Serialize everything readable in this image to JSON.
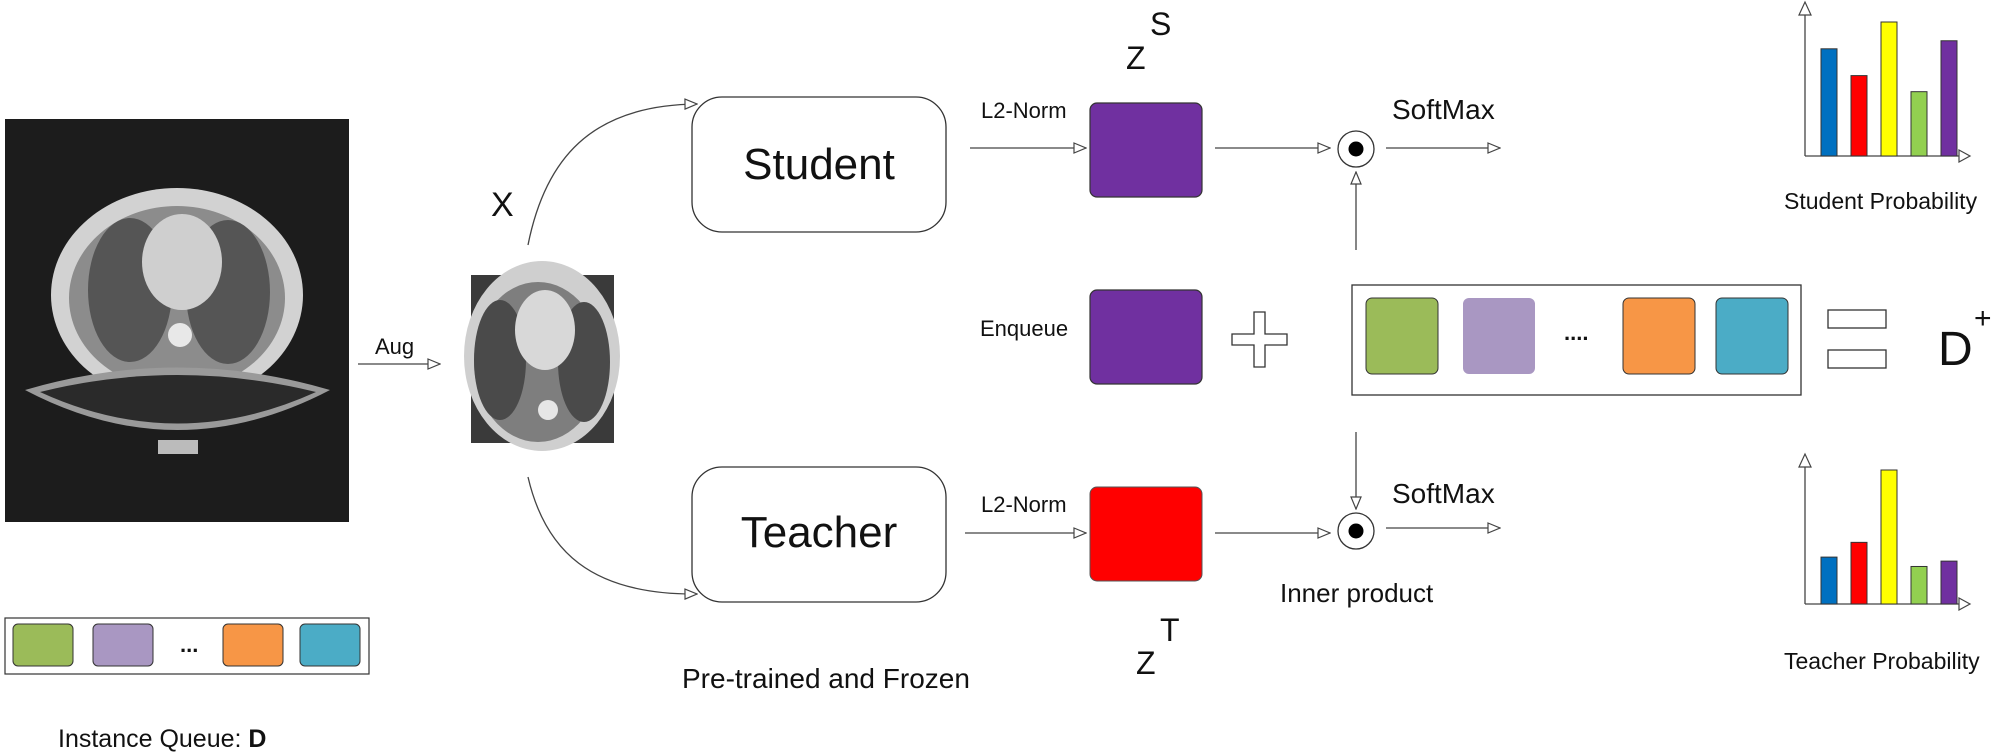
{
  "labels": {
    "aug": "Aug",
    "x": "X",
    "student": "Student",
    "teacher": "Teacher",
    "l2_norm_top": "L2-Norm",
    "l2_norm_bottom": "L2-Norm",
    "z_s_base": "Z",
    "z_s_sup": "S",
    "z_t_base": "Z",
    "z_t_sup": "T",
    "softmax_top": "SoftMax",
    "softmax_bottom": "SoftMax",
    "enqueue": "Enqueue",
    "inner_product": "Inner product",
    "pretrained": "Pre-trained and Frozen",
    "instance_queue": "Instance Queue: ",
    "instance_queue_bold": "D",
    "queue_ellipsis_left": "...",
    "queue_ellipsis_right": "....",
    "d_plus_base": "D",
    "d_plus_sup": "+",
    "student_probability": "Student Probability",
    "teacher_probability": "Teacher Probability"
  },
  "colors": {
    "student_embedding": "#7030A0",
    "teacher_embedding": "#FF0000",
    "enqueue_embedding": "#7030A0",
    "queue": [
      "#9BBB59",
      "#A997C2",
      "#F79646",
      "#4BACC6"
    ],
    "ct_background": "#1a1a1a",
    "ct_tissue": "#d9d9d9"
  },
  "chart_data": [
    {
      "type": "bar",
      "title": "Student Probability",
      "values": [
        0.8,
        0.6,
        1.0,
        0.48,
        0.86
      ],
      "colors": [
        "#0070C0",
        "#FF0000",
        "#FFFF00",
        "#92D050",
        "#7030A0"
      ]
    },
    {
      "type": "bar",
      "title": "Teacher Probability",
      "values": [
        0.35,
        0.46,
        1.0,
        0.28,
        0.32
      ],
      "colors": [
        "#0070C0",
        "#FF0000",
        "#FFFF00",
        "#92D050",
        "#7030A0"
      ]
    }
  ]
}
